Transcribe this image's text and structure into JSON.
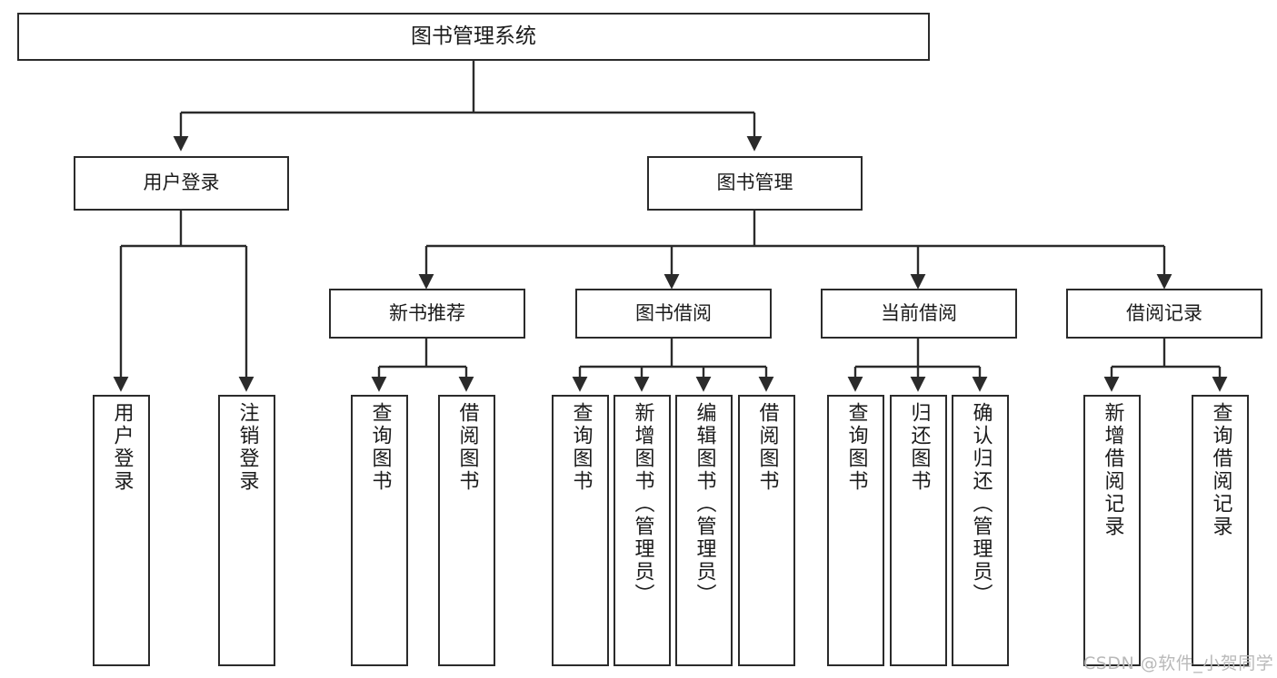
{
  "diagram": {
    "title": "图书管理系统",
    "type": "tree-hierarchy-diagram",
    "background_color": "#ffffff",
    "node_border_color": "#2b2b2b",
    "node_fill_color": "#ffffff",
    "connector_color": "#2b2b2b",
    "watermark": "CSDN @软件_小贺同学"
  },
  "nodes": {
    "root": {
      "label": "图书管理系统"
    },
    "level1": [
      {
        "label": "用户登录"
      },
      {
        "label": "图书管理"
      }
    ],
    "level2": [
      {
        "label": "新书推荐"
      },
      {
        "label": "图书借阅"
      },
      {
        "label": "当前借阅"
      },
      {
        "label": "借阅记录"
      }
    ],
    "leaves": {
      "user_login": [
        {
          "label": "用户登录"
        },
        {
          "label": "注销登录"
        }
      ],
      "new_book_recommend": [
        {
          "label": "查询图书"
        },
        {
          "label": "借阅图书"
        }
      ],
      "book_borrow": [
        {
          "label": "查询图书"
        },
        {
          "label": "新增图书（管理员）"
        },
        {
          "label": "编辑图书（管理员）"
        },
        {
          "label": "借阅图书"
        }
      ],
      "current_borrow": [
        {
          "label": "查询图书"
        },
        {
          "label": "归还图书"
        },
        {
          "label": "确认归还（管理员）"
        }
      ],
      "borrow_records": [
        {
          "label": "新增借阅记录"
        },
        {
          "label": "查询借阅记录"
        }
      ]
    }
  }
}
